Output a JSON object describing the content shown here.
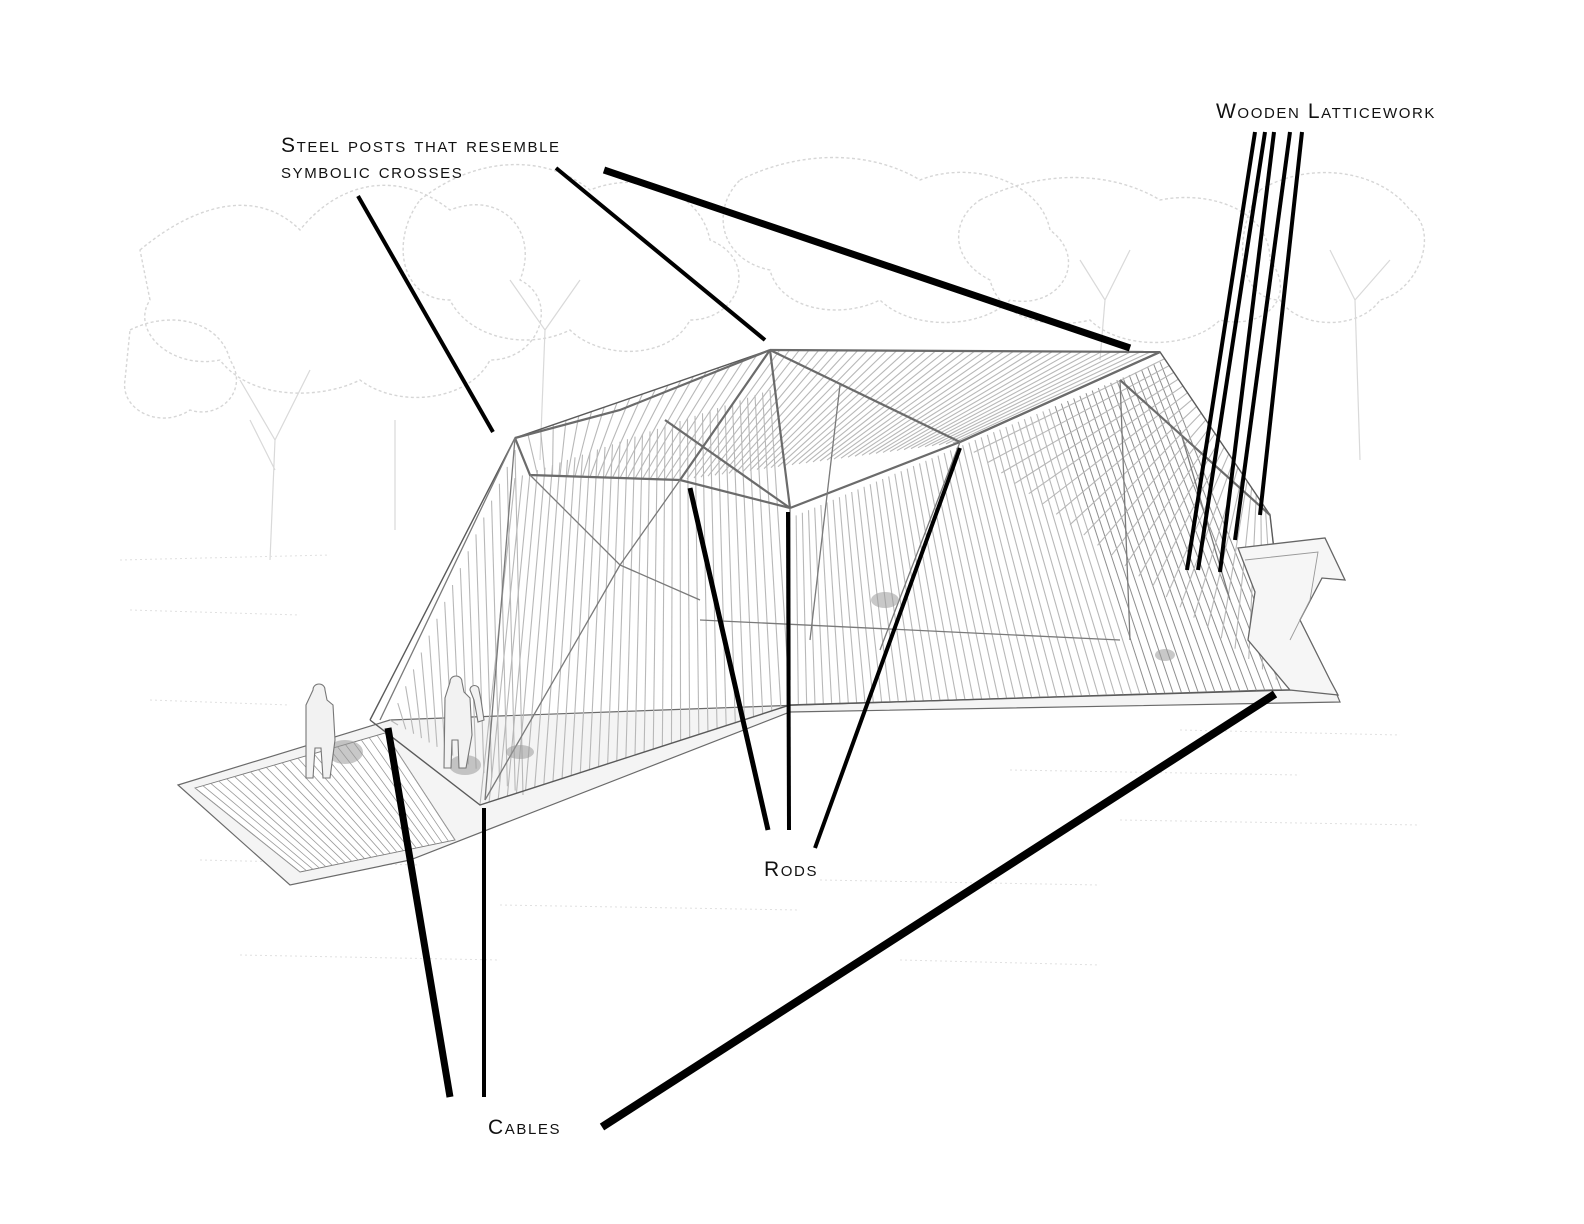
{
  "labels": {
    "steel_posts_line1": "Steel posts that resemble",
    "steel_posts_line2": "symbolic crosses",
    "wooden_latticework": "Wooden Latticework",
    "rods": "Rods",
    "cables": "Cables"
  },
  "colors": {
    "leader": "#000000",
    "text": "#111111",
    "structure": "#6b6b6b",
    "background_trees": "#d6d6d6"
  }
}
